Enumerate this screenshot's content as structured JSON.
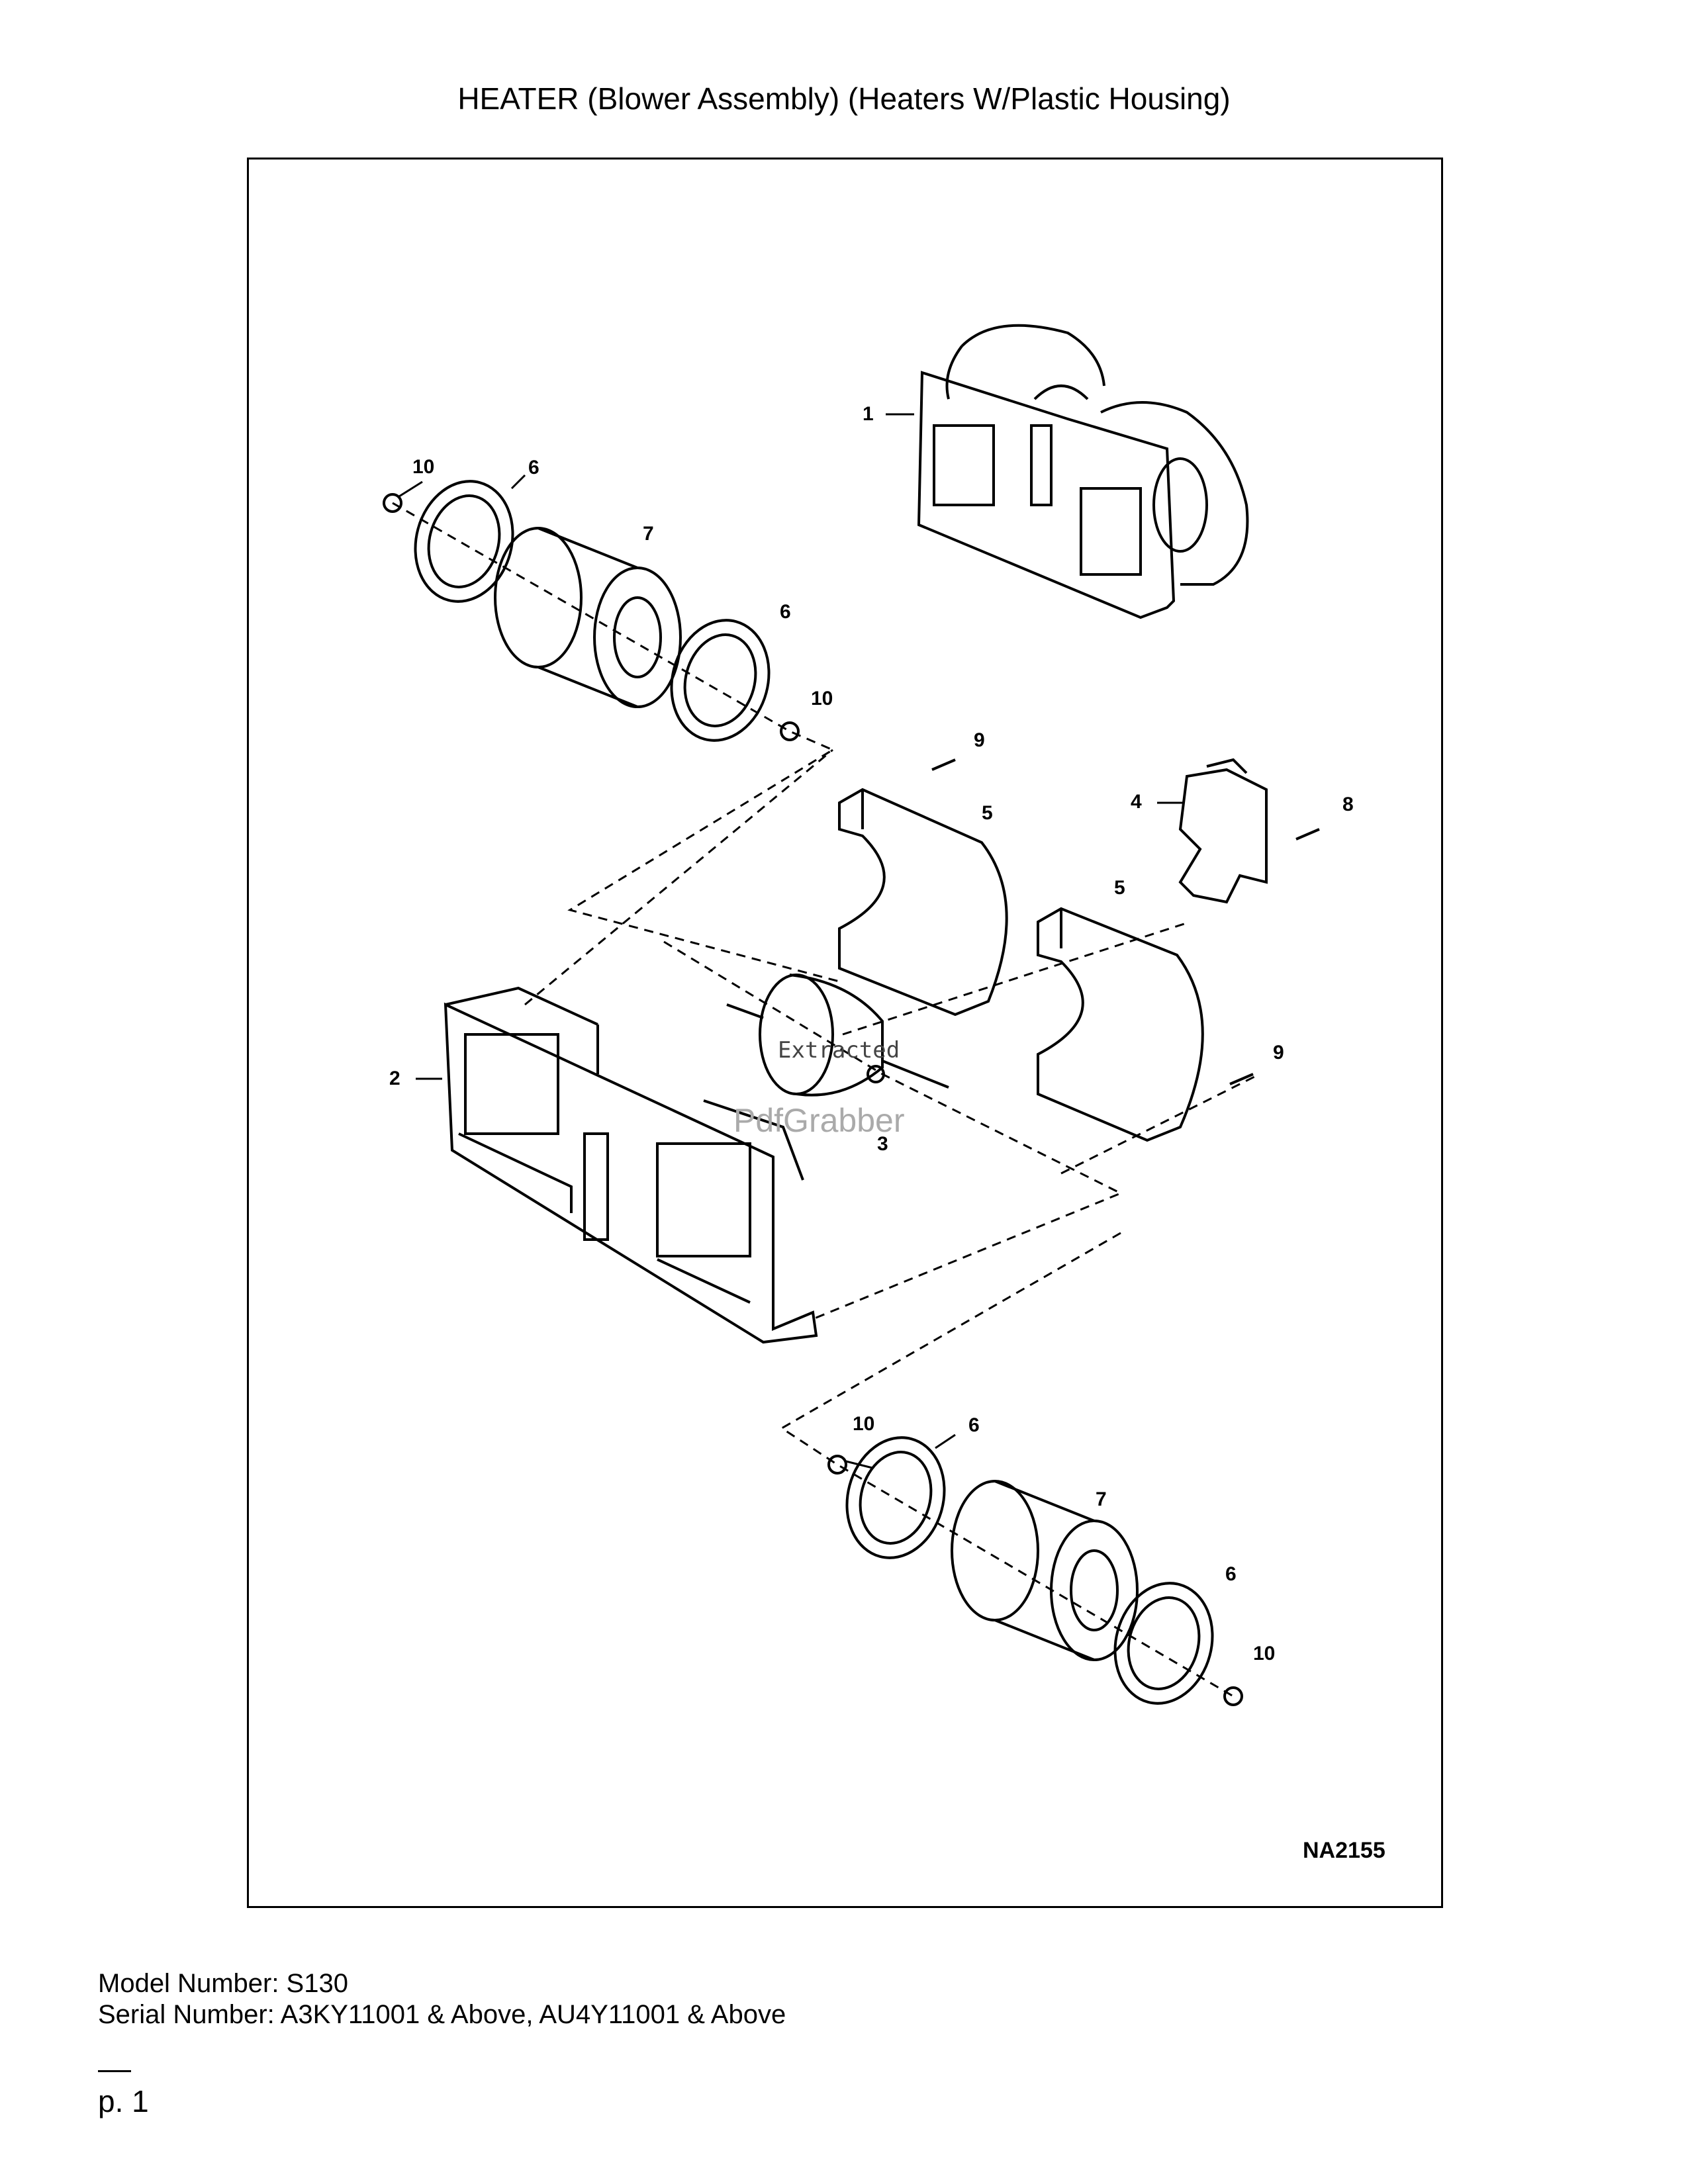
{
  "title": "HEATER (Blower Assembly) (Heaters W/Plastic Housing)",
  "diagram": {
    "drawing_code": "NA2155",
    "callouts": [
      "1",
      "2",
      "3",
      "4",
      "5",
      "5",
      "6",
      "6",
      "6",
      "6",
      "7",
      "7",
      "8",
      "9",
      "9",
      "10",
      "10",
      "10",
      "10"
    ],
    "watermark": {
      "line1": "Extracted",
      "line2": "PdfGrabber"
    }
  },
  "footer": {
    "model": "Model Number: S130",
    "serial": "Serial Number: A3KY11001 & Above, AU4Y11001 & Above",
    "page": "p. 1"
  }
}
